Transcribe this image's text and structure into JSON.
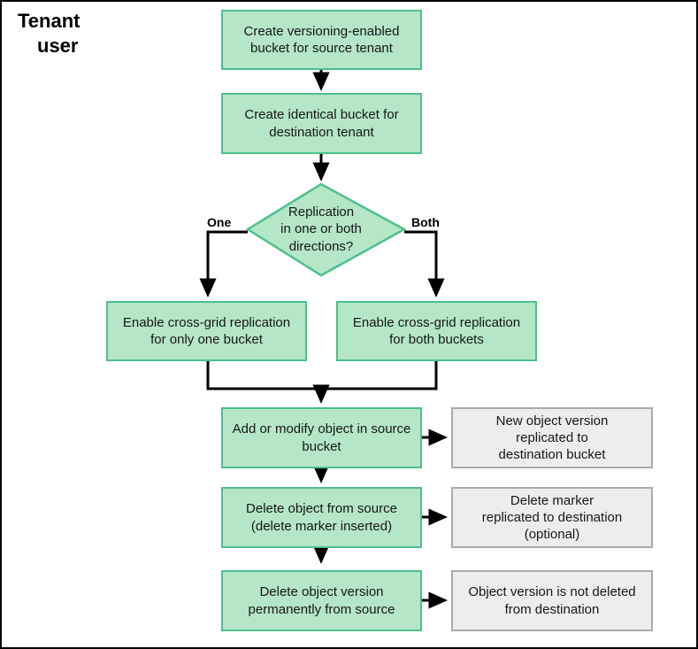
{
  "diagram": {
    "title_line1": "Tenant",
    "title_line2": "user",
    "colors": {
      "green_fill": "#b5e6c8",
      "green_border": "#4dc08c",
      "gray_fill": "#ededed",
      "gray_border": "#a7acb0",
      "connector": "#000000",
      "page_border": "#000000"
    },
    "nodes": {
      "create_source_bucket": "Create versioning-enabled\nbucket for source tenant",
      "create_destination_bucket": "Create identical bucket for\ndestination tenant",
      "decision_direction": "Replication\nin one or both\ndirections?",
      "enable_one_bucket": "Enable cross-grid replication\nfor only one bucket",
      "enable_both_buckets": "Enable cross-grid replication\nfor both buckets",
      "add_modify_object": "Add or modify object in source\nbucket",
      "delete_object_source": "Delete object from source\n(delete marker inserted)",
      "delete_object_version": "Delete object version\npermanently from source",
      "new_version_replicated": "New object version\nreplicated to\ndestination bucket",
      "delete_marker_replicated": "Delete marker\nreplicated to destination\n(optional)",
      "version_not_deleted": "Object version is not deleted\nfrom destination"
    },
    "edge_labels": {
      "one": "One",
      "both": "Both"
    }
  }
}
